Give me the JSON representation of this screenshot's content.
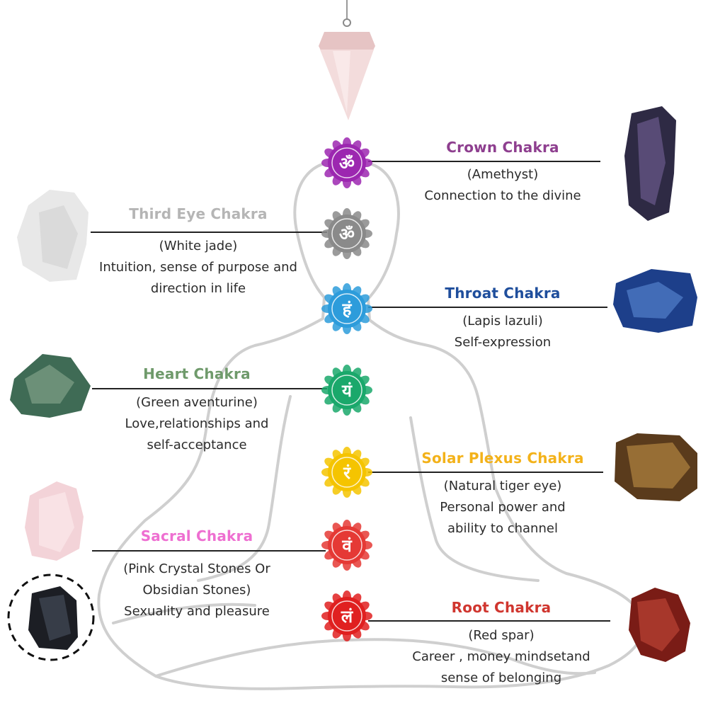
{
  "chakras": [
    {
      "key": "crown",
      "title": "Crown Chakra",
      "stone": "(Amethyst)",
      "lines": [
        "Connection to the divine"
      ],
      "color": "#8e3f8f",
      "symbol_color": "#9c27b0",
      "symbol": "ॐ",
      "stone_colors": [
        "#2e2a44",
        "#4a3f6b",
        "#6b5a8c"
      ]
    },
    {
      "key": "third-eye",
      "title": "Third Eye Chakra",
      "stone": "(White jade)",
      "lines": [
        "Intuition, sense of purpose and",
        "direction in life"
      ],
      "color": "#b5b5b5",
      "symbol_color": "#8a8a8a",
      "symbol": "ॐ",
      "stone_colors": [
        "#e8e8e8",
        "#f6f6f6",
        "#d6d6d6"
      ]
    },
    {
      "key": "throat",
      "title": "Throat Chakra",
      "stone": "(Lapis lazuli)",
      "lines": [
        "Self-expression"
      ],
      "color": "#1f4e9c",
      "symbol_color": "#2d9cdb",
      "symbol": "हं",
      "stone_colors": [
        "#1d3f8a",
        "#2f62c0",
        "#5b8ad6"
      ]
    },
    {
      "key": "heart",
      "title": "Heart Chakra",
      "stone": "(Green aventurine)",
      "lines": [
        "Love,relationships and",
        "self-acceptance"
      ],
      "color": "#6f9a6b",
      "symbol_color": "#1aa86b",
      "symbol": "यं",
      "stone_colors": [
        "#3f6b55",
        "#5e8a72",
        "#8aa890"
      ]
    },
    {
      "key": "solar-plexus",
      "title": "Solar Plexus Chakra",
      "stone": "(Natural tiger eye)",
      "lines": [
        "Personal power and",
        "ability to channel"
      ],
      "color": "#f3b21a",
      "symbol_color": "#f5c400",
      "symbol": "रं",
      "stone_colors": [
        "#5a3b1c",
        "#8a5a26",
        "#b88a44"
      ]
    },
    {
      "key": "sacral",
      "title": "Sacral Chakra",
      "stone": "(Pink Crystal Stones Or",
      "lines": [
        "Obsidian Stones)",
        "Sexuality and pleasure"
      ],
      "color": "#ee6fd1",
      "symbol_color": "#e53935",
      "symbol": "वं",
      "stone_colors": [
        "#f3d3d8",
        "#e8b9c0",
        "#fbe8eb"
      ]
    },
    {
      "key": "root",
      "title": "Root Chakra",
      "stone": "(Red spar)",
      "lines": [
        "Career , money mindsetand",
        "sense of belonging"
      ],
      "color": "#d0362f",
      "symbol_color": "#e02020",
      "symbol": "लं",
      "stone_colors": [
        "#7a1c16",
        "#a5291f",
        "#c44a3a"
      ]
    }
  ],
  "obsidian_colors": [
    "#1c1e24",
    "#2e3340",
    "#4a5160"
  ],
  "pendulum_colors": [
    "#f3dcdc",
    "#fbeeee",
    "#e6c4c4"
  ]
}
